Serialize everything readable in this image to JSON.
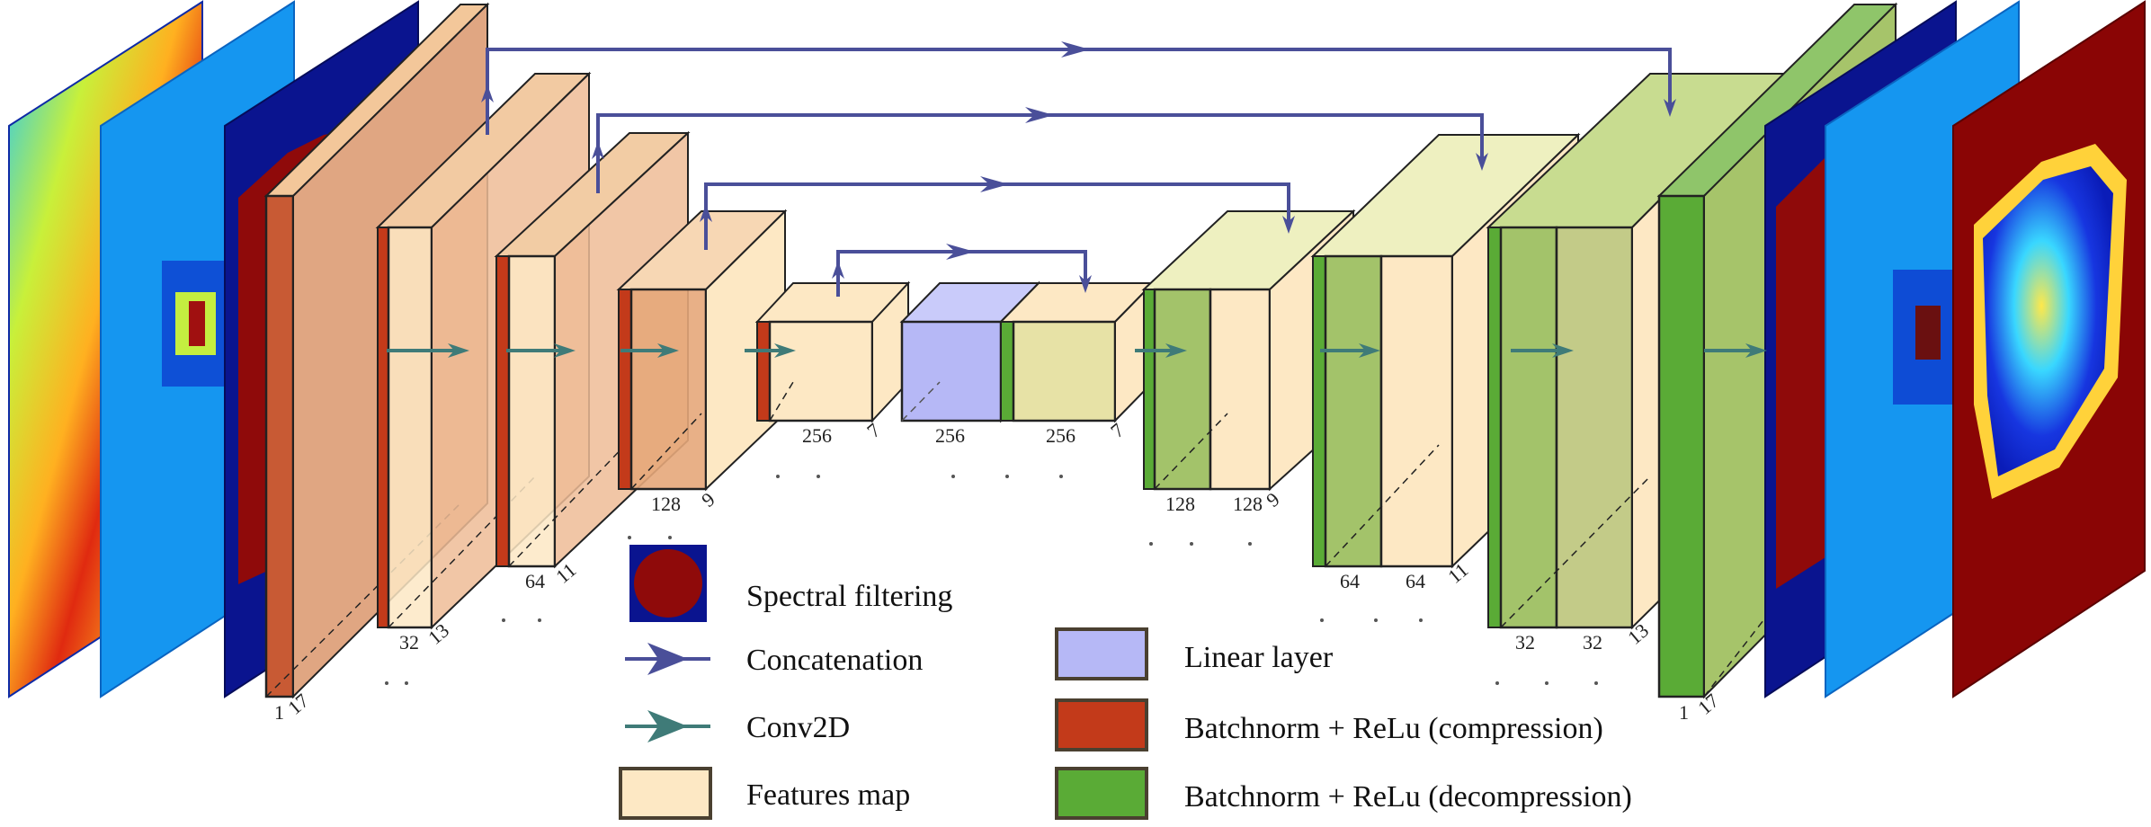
{
  "figure": {
    "labels": {
      "enc_l1_a": "1",
      "enc_l1_b": "17",
      "enc_l2_a": "32",
      "enc_l2_b": "13",
      "enc_l3_a": "64",
      "enc_l3_b": "11",
      "enc_l4_a": "128",
      "enc_l4_b": "9",
      "enc_l5_a": "256",
      "enc_l5_b": "7",
      "bott_a": "256",
      "bott_b": "256",
      "bott_c": "7",
      "dec_l4_a": "128",
      "dec_l4_b": "128",
      "dec_l4_c": "9",
      "dec_l3_a": "64",
      "dec_l3_b": "64",
      "dec_l3_c": "11",
      "dec_l2_a": "32",
      "dec_l2_b": "32",
      "dec_l2_c": "13",
      "dec_l1_a": "1",
      "dec_l1_b": "17"
    },
    "legend": {
      "spectral": "Spectral filtering",
      "concat": "Concatenation",
      "conv": "Conv2D",
      "features": "Features map",
      "linear": "Linear layer",
      "bn_comp": "Batchnorm + ReLu (compression)",
      "bn_decomp": "Batchnorm + ReLu (decompression)"
    },
    "colors": {
      "feature": "#fde8c4",
      "compression": "#c33a1a",
      "decompression": "#5aab36",
      "linear": "#b6b8f6",
      "concat_arrow": "#4a4f99",
      "conv_arrow": "#3f7b78"
    }
  }
}
